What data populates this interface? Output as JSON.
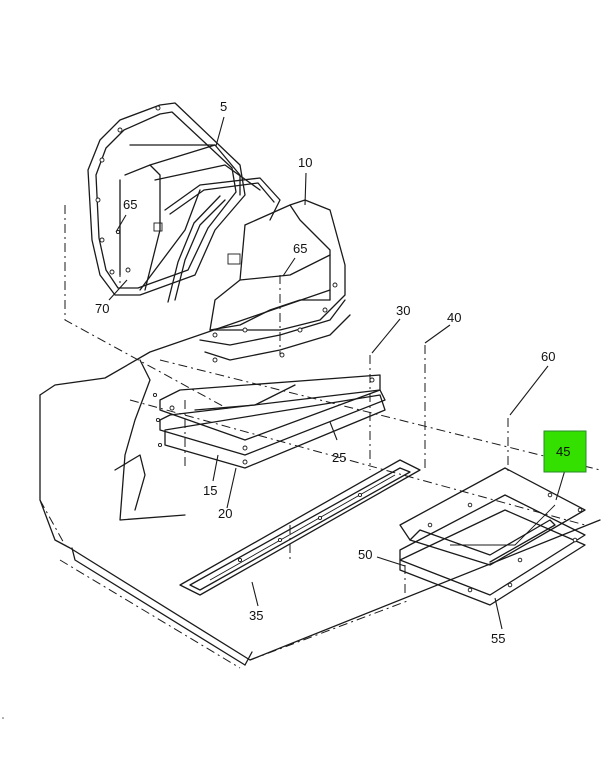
{
  "callouts": [
    {
      "id": "5",
      "label": "5"
    },
    {
      "id": "10",
      "label": "10"
    },
    {
      "id": "15",
      "label": "15"
    },
    {
      "id": "20",
      "label": "20"
    },
    {
      "id": "25",
      "label": "25"
    },
    {
      "id": "30",
      "label": "30"
    },
    {
      "id": "35",
      "label": "35"
    },
    {
      "id": "40",
      "label": "40"
    },
    {
      "id": "45",
      "label": "45",
      "highlighted": true
    },
    {
      "id": "50",
      "label": "50"
    },
    {
      "id": "55",
      "label": "55"
    },
    {
      "id": "60",
      "label": "60"
    },
    {
      "id": "65a",
      "label": "65"
    },
    {
      "id": "65b",
      "label": "65"
    },
    {
      "id": "70",
      "label": "70"
    }
  ],
  "colors": {
    "line": "#1a1a1a",
    "highlight": "#33e000",
    "background": "#ffffff"
  }
}
